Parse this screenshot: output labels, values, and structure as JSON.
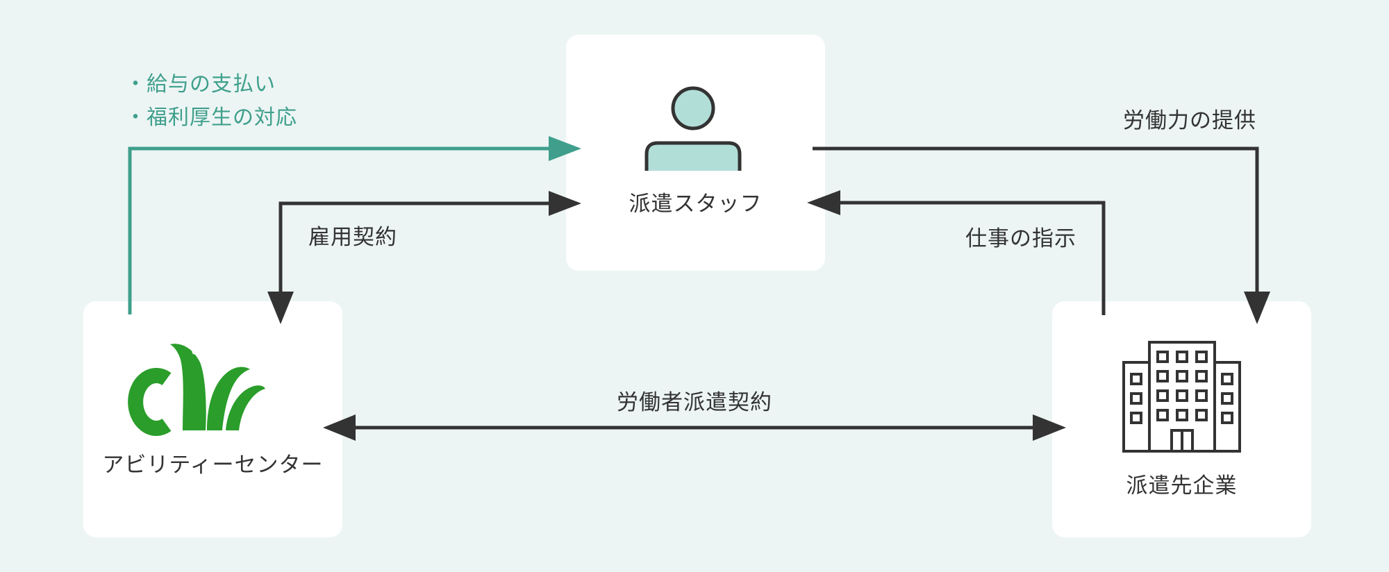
{
  "nodes": {
    "staff": {
      "label": "派遣スタッフ"
    },
    "ability_center": {
      "label": "アビリティーセンター"
    },
    "client": {
      "label": "派遣先企業"
    }
  },
  "edges": {
    "salary": {
      "items": [
        "・給与の支払い",
        "・福利厚生の対応"
      ]
    },
    "employment": {
      "label": "雇用契約"
    },
    "labor_provision": {
      "label": "労働力の提供"
    },
    "work_instruction": {
      "label": "仕事の指示"
    },
    "dispatch_contract": {
      "label": "労働者派遣契約"
    }
  },
  "colors": {
    "background": "#ecf5f4",
    "accent_green": "#3f9f8c",
    "logo_green": "#2a9d2a",
    "dark": "#333333",
    "person_fill": "#b2ded8"
  }
}
